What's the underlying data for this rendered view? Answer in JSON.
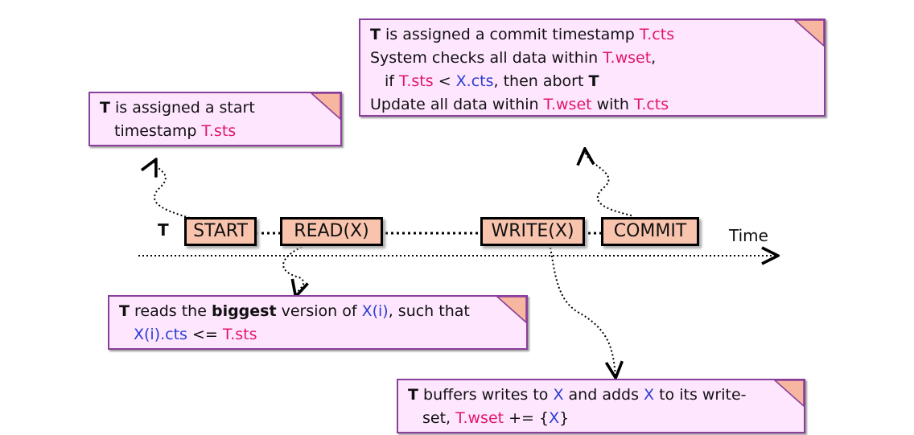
{
  "timeline": {
    "txn_label": "T",
    "axis_label": "Time",
    "steps": [
      "START",
      "READ(X)",
      "WRITE(X)",
      "COMMIT"
    ]
  },
  "notes": {
    "start": {
      "l1": [
        "T",
        " is assigned a start"
      ],
      "l2": [
        "timestamp ",
        "T.sts"
      ]
    },
    "commit": {
      "l1": [
        "T",
        " is assigned a commit timestamp ",
        "T.cts"
      ],
      "l2": [
        "System checks all data within ",
        "T.wset",
        ","
      ],
      "l3": [
        "if ",
        "T.sts",
        " < ",
        "X.cts",
        ", then abort ",
        "T"
      ],
      "l4": [
        "Update all data within ",
        "T.wset",
        " with ",
        "T.cts"
      ]
    },
    "read": {
      "l1": [
        "T",
        " reads the ",
        "biggest",
        " version of ",
        "X(i)",
        ", such that"
      ],
      "l2": [
        "X(i).cts",
        " <= ",
        "T.sts"
      ]
    },
    "write": {
      "l1": [
        "T",
        " buffers writes to ",
        "X",
        " and adds ",
        "X",
        " to its write-"
      ],
      "l2": [
        "set, ",
        "T.wset",
        " += {",
        "X",
        "}"
      ]
    }
  },
  "colors": {
    "note_fill": "#ffe6ff",
    "note_border": "#8a3f9a",
    "step_fill": "#f9c4ae",
    "highlight_magenta": "#e0166a",
    "highlight_blue": "#2a3fd0"
  }
}
